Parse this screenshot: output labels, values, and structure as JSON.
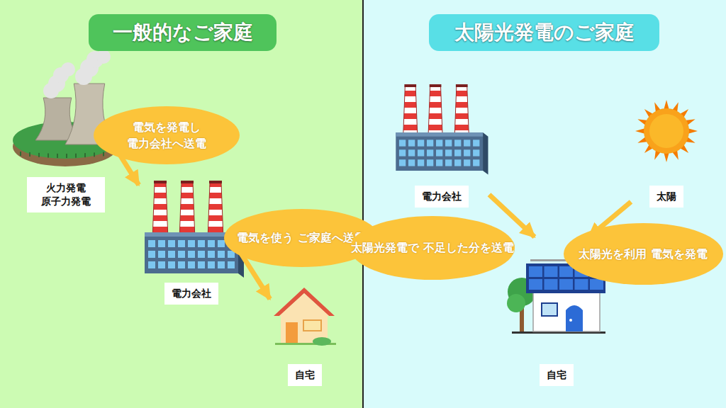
{
  "diagram": {
    "nodes": [
      {
        "text": [
          "一般的なご家庭"
        ]
      },
      {
        "text": [
          "火力発電 原子力発電"
        ]
      },
      {
        "text": [
          "電気を発電し 電力会社へ送電"
        ]
      },
      {
        "text": [
          "電力会社"
        ]
      },
      {
        "text": [
          "電気を使う ご家庭へ送電"
        ]
      },
      {
        "text": [
          "自宅"
        ]
      },
      {
        "text": [
          "太陽光発電のご家庭"
        ]
      },
      {
        "text": [
          "電力会社"
        ]
      },
      {
        "text": [
          "太陽"
        ]
      },
      {
        "text": [
          "太陽光発電で 不足した分を送電"
        ]
      },
      {
        "text": [
          "太陽光を利用 電気を発電"
        ]
      },
      {
        "text": [
          "自宅"
        ]
      }
    ],
    "edges": [
      {
        "from": 1,
        "to": 3,
        "arrow": "to"
      },
      {
        "from": 3,
        "to": 5,
        "arrow": "to"
      },
      {
        "from": 7,
        "to": 11,
        "arrow": "to"
      },
      {
        "from": 8,
        "to": 11,
        "arrow": "to"
      }
    ]
  }
}
